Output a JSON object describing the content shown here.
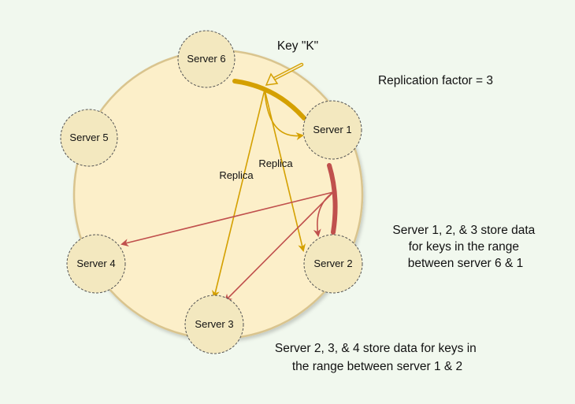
{
  "colors": {
    "background": "#f1f8ee",
    "ring_fill": "#fcefc9",
    "ring_stroke": "#d9c48e",
    "node_fill": "#f3e8bf",
    "node_stroke": "#555555",
    "gold": "#d4a000",
    "red": "#c0504d"
  },
  "key": {
    "label": "Key \"K\""
  },
  "replication_note": "Replication factor = 3",
  "servers": [
    {
      "id": "s1",
      "label": "Server 1"
    },
    {
      "id": "s2",
      "label": "Server 2"
    },
    {
      "id": "s3",
      "label": "Server 3"
    },
    {
      "id": "s4",
      "label": "Server 4"
    },
    {
      "id": "s5",
      "label": "Server 5"
    },
    {
      "id": "s6",
      "label": "Server 6"
    }
  ],
  "replica_labels": [
    "Replica",
    "Replica"
  ],
  "range_notes": {
    "s6_s1": [
      "Server 1, 2, & 3 store data",
      "for keys in the range",
      "between server 6 & 1"
    ],
    "s1_s2": [
      "Server 2, 3, & 4 store data for keys in",
      "the range between server 1 & 2"
    ]
  }
}
